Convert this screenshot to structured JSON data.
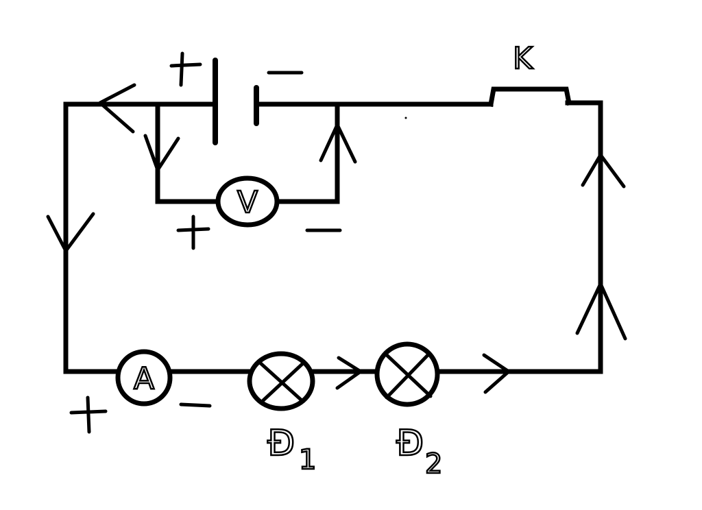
{
  "labels": {
    "switch": "K",
    "ammeter": "A",
    "voltmeter": "V",
    "bulb1_main": "Đ",
    "bulb1_sub": "1",
    "bulb2_main": "Đ",
    "bulb2_sub": "2"
  },
  "components": [
    {
      "kind": "battery",
      "name": "battery"
    },
    {
      "kind": "voltmeter",
      "name": "voltmeter"
    },
    {
      "kind": "ammeter",
      "name": "ammeter"
    },
    {
      "kind": "lamp",
      "name": "bulb-1"
    },
    {
      "kind": "lamp",
      "name": "bulb-2"
    },
    {
      "kind": "switch",
      "name": "switch"
    }
  ],
  "colors": {
    "ink": "#000000",
    "background": "#ffffff"
  }
}
